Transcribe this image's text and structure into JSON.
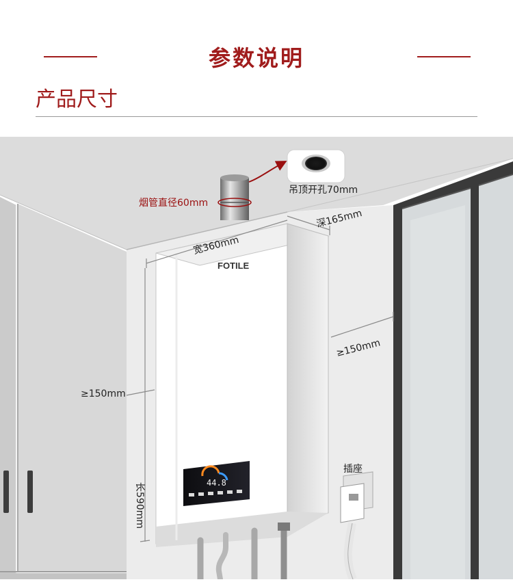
{
  "header": {
    "title": "参数说明",
    "section": "产品尺寸"
  },
  "product": {
    "brand": "FOTILE",
    "display_text": "44.8"
  },
  "dimensions": {
    "flue_diameter": "烟管直径60mm",
    "ceiling_hole": "吊顶开孔70mm",
    "width": "宽360mm",
    "depth": "深165mm",
    "right_clearance": "≥150mm",
    "left_clearance": "≥150mm",
    "length": "长590mm",
    "socket": "插座"
  },
  "colors": {
    "accent": "#a01c1c"
  }
}
